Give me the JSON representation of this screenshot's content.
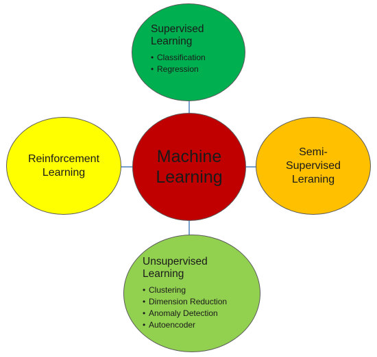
{
  "center": {
    "lines": [
      "Machine",
      "Learning"
    ],
    "color": "#c00000"
  },
  "supervised": {
    "lines": [
      "Supervised",
      "Learning"
    ],
    "items": [
      "Classification",
      "Regression"
    ],
    "color": "#00b050"
  },
  "reinforcement": {
    "lines": [
      "Reinforcement",
      "Learning"
    ],
    "color": "#ffff00"
  },
  "semi_supervised": {
    "lines": [
      "Semi-",
      "Supervised",
      "Leraning"
    ],
    "color": "#ffc000"
  },
  "unsupervised": {
    "lines": [
      "Unsupervised",
      "Learning"
    ],
    "items": [
      "Clustering",
      "Dimension Reduction",
      "Anomaly Detection",
      "Autoencoder"
    ],
    "color": "#92d050"
  },
  "connector_color": "#4a7ebb"
}
